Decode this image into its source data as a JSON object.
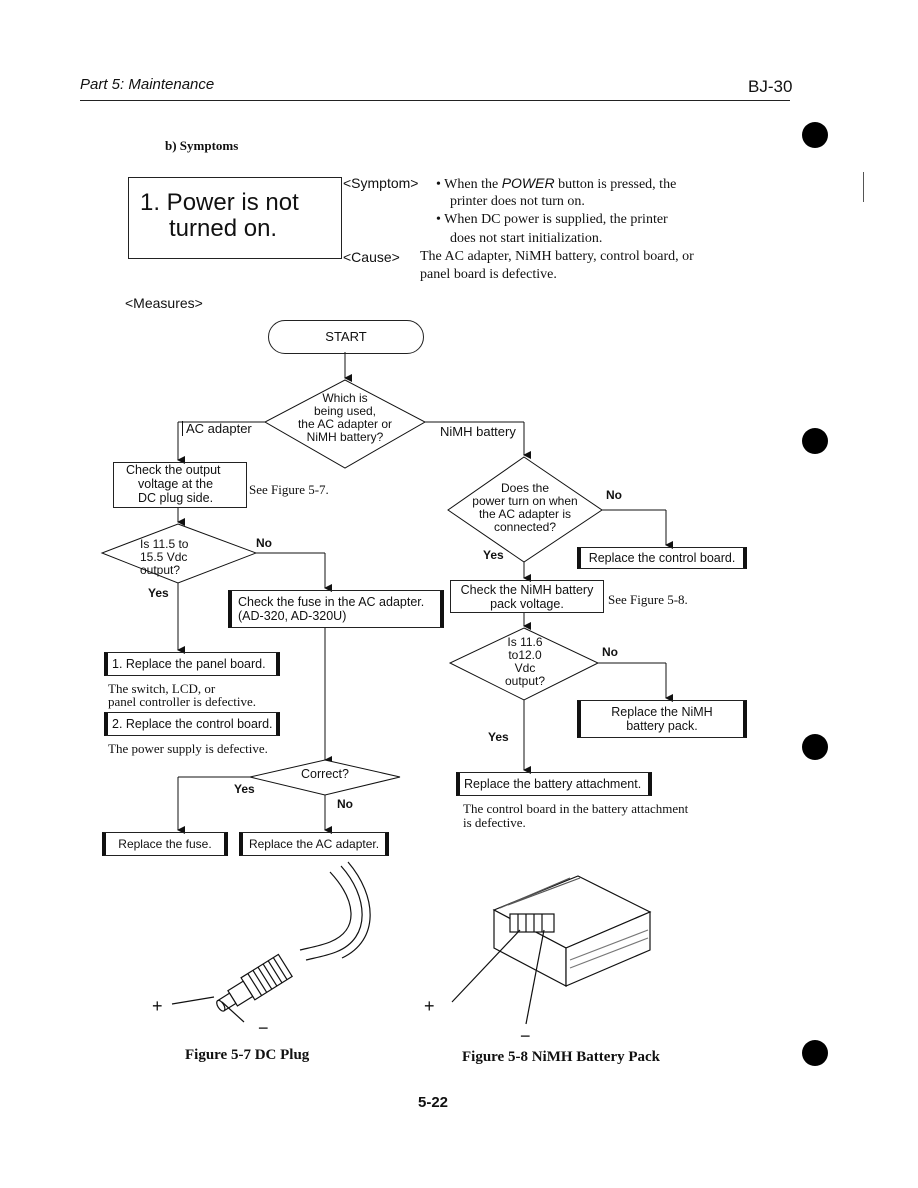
{
  "header": {
    "left": "Part 5: Maintenance",
    "right": "BJ-30"
  },
  "section_title": "b) Symptoms",
  "symptom_box": {
    "line1": "1. Power is not",
    "line2": "turned on."
  },
  "symptom": {
    "label": "<Symptom>",
    "bullet1_pre": "• When the ",
    "bullet1_key": "POWER",
    "bullet1_post": " button is pressed, the",
    "bullet1_cont": "printer does not turn on.",
    "bullet2": "• When DC power is supplied, the printer",
    "bullet2_cont": "does not start initialization."
  },
  "cause": {
    "label": "<Cause>",
    "text": "The AC adapter, NiMH battery, control board, or",
    "text_cont": "panel board is defective."
  },
  "measures_label": "<Measures>",
  "flow": {
    "start": "START",
    "which_l1": "Which is",
    "which_l2": "being used,",
    "which_l3": "the AC adapter or",
    "which_l4": "NiMH battery?",
    "ac_adapter": "AC adapter",
    "nimh_battery": "NiMH battery",
    "check_output_l1": "Check the output",
    "check_output_l2": "voltage at the",
    "check_output_l3": "DC plug side.",
    "see_fig57": "See Figure 5-7.",
    "is115_l1": "Is 11.5 to",
    "is115_l2": "15.5 Vdc",
    "is115_l3": "output?",
    "no": "No",
    "yes": "Yes",
    "check_fuse_l1": "Check the fuse in the AC adapter.",
    "check_fuse_l2": "(AD-320, AD-320U)",
    "replace_panel": "1. Replace the panel board.",
    "panel_note_l1": "The switch, LCD, or",
    "panel_note_l2": "panel controller is defective.",
    "replace_control2": "2. Replace the control board.",
    "power_supply_note": "The power supply is defective.",
    "correct": "Correct?",
    "replace_fuse": "Replace the fuse.",
    "replace_adapter": "Replace the AC adapter.",
    "does_l1": "Does the",
    "does_l2": "power turn on when",
    "does_l3": "the AC adapter is",
    "does_l4": "connected?",
    "replace_control": "Replace the control board.",
    "check_nimh_l1": "Check the NiMH battery",
    "check_nimh_l2": "pack voltage.",
    "see_fig58": "See Figure 5-8.",
    "is116_l1": "Is 11.6",
    "is116_l2": "to12.0",
    "is116_l3": "Vdc",
    "is116_l4": "output?",
    "replace_nimh_l1": "Replace the NiMH",
    "replace_nimh_l2": "battery pack.",
    "replace_attach": "Replace the battery attachment.",
    "attach_note_l1": "The control board in the battery attachment",
    "attach_note_l2": "is defective."
  },
  "fig57": {
    "plus": "+",
    "minus": "−",
    "caption": "Figure 5-7 DC Plug"
  },
  "fig58": {
    "plus": "+",
    "minus": "−",
    "caption": "Figure 5-8 NiMH Battery Pack"
  },
  "page_number": "5-22"
}
